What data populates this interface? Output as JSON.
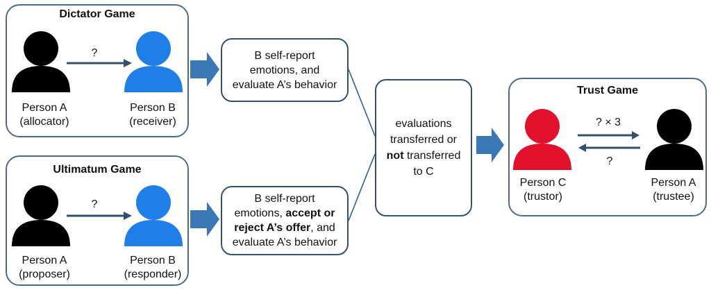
{
  "colors": {
    "black": "#000000",
    "blue": "#1f7ee8",
    "red": "#e2102b",
    "arrow": "#3a78b5",
    "line": "#2a5f93"
  },
  "dictator": {
    "title": "Dictator Game",
    "personA": {
      "name": "Person A",
      "role": "(allocator)"
    },
    "personB": {
      "name": "Person B",
      "role": "(receiver)"
    },
    "transfer": "?"
  },
  "ultimatum": {
    "title": "Ultimatum Game",
    "personA": {
      "name": "Person A",
      "role": "(proposer)"
    },
    "personB": {
      "name": "Person B",
      "role": "(responder)"
    },
    "transfer": "?"
  },
  "box_top": {
    "line1": "B self-report",
    "line2": "emotions, and",
    "line3": "evaluate A’s behavior"
  },
  "box_bottom": {
    "line1": "B self-report",
    "line2a": "emotions, ",
    "line2b": "accept or",
    "line3a": "reject A’s offer",
    "line3b": ", and",
    "line4": "evaluate A’s behavior"
  },
  "box_mid": {
    "line1": "evaluations",
    "line2": "transferred or",
    "line3a": "not",
    "line3b": " transferred",
    "line4": "to C"
  },
  "trust": {
    "title": "Trust Game",
    "personC": {
      "name": "Person C",
      "role": "(trustor)"
    },
    "personA": {
      "name": "Person A",
      "role": "(trustee)"
    },
    "forward": "? × 3",
    "back": "?"
  }
}
